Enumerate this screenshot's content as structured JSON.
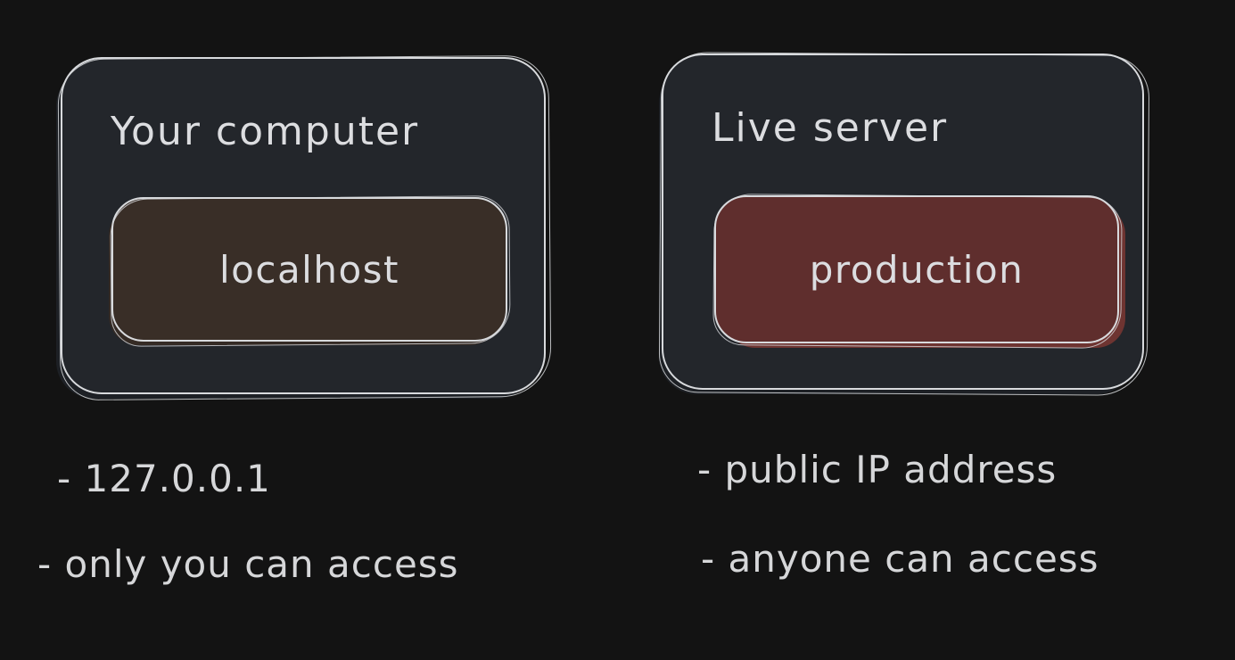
{
  "canvas": {
    "background": "#131313",
    "stroke_color": "#d8dadd",
    "text_color": "#d9dadc"
  },
  "groups": [
    {
      "title": "Your computer",
      "box_fill": "#23262b",
      "inner_label": "localhost",
      "inner_fill": "#392e27",
      "notes": [
        "- 127.0.0.1",
        "- only you can access"
      ]
    },
    {
      "title": "Live server",
      "box_fill": "#23262b",
      "inner_label": "production",
      "inner_fill": "#5f2e2d",
      "notes": [
        "- public IP address",
        "- anyone can access"
      ]
    }
  ]
}
